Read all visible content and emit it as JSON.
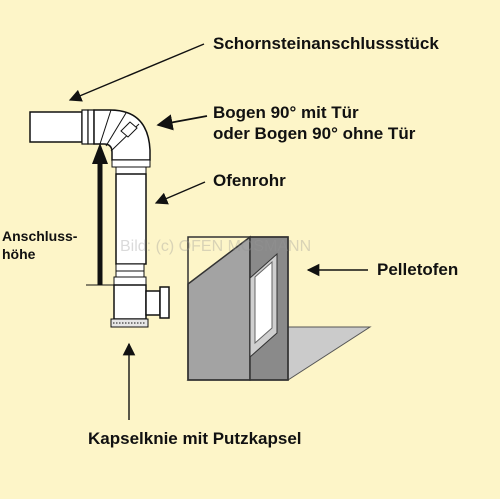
{
  "labels": {
    "connector": "Schornsteinanschlussstück",
    "bend_line1": "Bogen 90° mit Tür",
    "bend_line2": "oder Bogen 90° ohne Tür",
    "pipe": "Ofenrohr",
    "stove": "Pelletofen",
    "knee": "Kapselknie mit Putzkapsel",
    "height_line1": "Anschluss-",
    "height_line2": "höhe"
  },
  "watermark": "Bild: (c) OFEN MOSMANN",
  "colors": {
    "background": "#fdf5c8",
    "pipe_fill": "#ffffff",
    "stove_front": "#a3a3a3",
    "stove_side": "#888888",
    "stove_shadow": "#cbcbcb",
    "stove_window": "#ffffff",
    "stroke": "#111111"
  }
}
